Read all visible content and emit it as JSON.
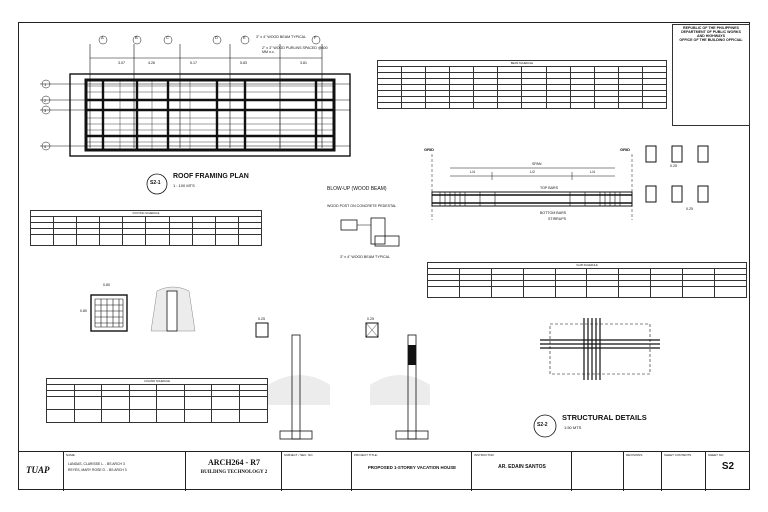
{
  "roof_plan": {
    "grid_cols": [
      "A",
      "B",
      "C",
      "D",
      "E",
      "F"
    ],
    "grid_rows": [
      "1",
      "2",
      "3",
      "4"
    ],
    "dims": [
      "3.07",
      "4.26",
      "5.17",
      "5.83",
      "3.81"
    ],
    "note_top": "3\" x 4\" WOOD BEAM TYPICAL",
    "note_purlins": "2\" x 3\" WOOD PURLINS SPACED @600 MM o.c.",
    "label": "S2-1",
    "title": "ROOF FRAMING PLAN",
    "scale": "1 : 100 MTS"
  },
  "beam_schedule": {
    "title": "BEAM SCHEDULE"
  },
  "blowup": {
    "title": "BLOW-UP (WOOD BEAM)",
    "note1": "WOOD POST ON CONCRETE PEDESTAL",
    "note2": "3\" x 4\" WOOD BEAM TYPICAL"
  },
  "beam_elev": {
    "grid_left": "GRID",
    "grid_right": "GRID",
    "span": "SPAN",
    "l4a": "L/4",
    "l2": "L/2",
    "l4b": "L/4",
    "top": "TOP BARS",
    "bot": "BOTTOM BARS",
    "stirrups": "STIRRUPS"
  },
  "footing_schedule": {
    "title": "FOOTING SCHEDULE"
  },
  "slab_schedule": {
    "title": "SLAB SCHEDULE"
  },
  "column_schedule": {
    "title": "COLUMN SCHEDULE"
  },
  "dims_misc": {
    "a": "0.80",
    "b": "0.80",
    "c": "0.25",
    "d": "0.25",
    "e": "0.25",
    "f": "0.25"
  },
  "struct": {
    "label": "S2-2",
    "title": "STRUCTURAL DETAILS",
    "scale": "1:50 MTS"
  },
  "title_block": {
    "name_label": "NAME:",
    "names": [
      "LANDAS, CLARISSE L. - BS ARCH 3",
      "REYES, MARY ROSE D. - BS ARCH 3"
    ],
    "logo": "TUAP",
    "course": "ARCH264 - R7",
    "course_name": "BUILDING TECHNOLOGY 2",
    "subject_label": "SUBJECT / SEC. NO.",
    "project_label": "PROJECT TITLE:",
    "project": "PROPOSED 1-STOREY VACATION HOUSE",
    "instructor_label": "INSTRUCTOR:",
    "instructor": "AR.  EDAIN SANTOS",
    "revisions": "REVISIONS",
    "sheet_contents": "SHEET CONTENTS",
    "sheet_no_label": "SHEET NO.",
    "sheet_no": "S2"
  },
  "corner_block": {
    "l1": "REPUBLIC OF THE PHILIPPINES",
    "l2": "DEPARTMENT OF PUBLIC WORKS",
    "l3": "AND HIGHWAYS",
    "l4": "OFFICE OF THE BUILDING OFFICIAL"
  }
}
